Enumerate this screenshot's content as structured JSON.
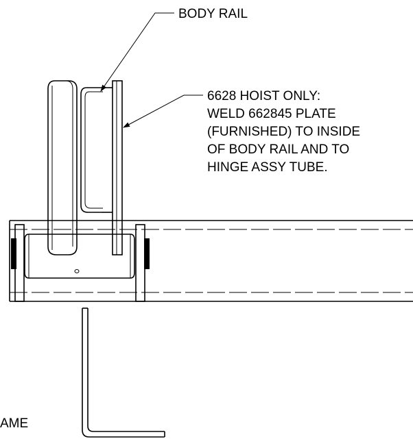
{
  "labels": {
    "body_rail": "BODY RAIL",
    "note_line_1": "6628 HOIST ONLY:",
    "note_line_2": "WELD 662845 PLATE",
    "note_line_3": "(FURNISHED) TO INSIDE",
    "note_line_4": "OF BODY RAIL AND TO",
    "note_line_5": "HINGE ASSY TUBE.",
    "frame_partial": "AME"
  }
}
